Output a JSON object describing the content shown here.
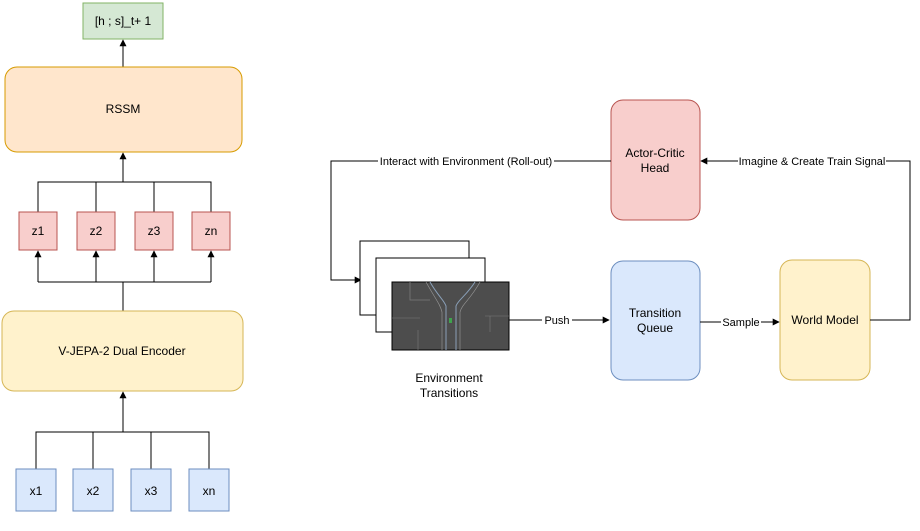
{
  "colors": {
    "input_fill": "#dae8fc",
    "input_stroke": "#6c8ebf",
    "latent_fill": "#f8cecc",
    "latent_stroke": "#b85450",
    "encoder_fill": "#fff2cc",
    "encoder_stroke": "#d6b656",
    "rssm_fill": "#ffe6cc",
    "rssm_stroke": "#d79b00",
    "output_fill": "#d5e8d4",
    "output_stroke": "#82b366",
    "line": "#000000",
    "frame_fill": "#4d4d4d"
  },
  "encoder_branch": {
    "output_label": "[h ; s]_t+ 1",
    "rssm_label": "RSSM",
    "latents": [
      "z1",
      "z2",
      "z3",
      "zn"
    ],
    "encoder_label": "V-JEPA-2 Dual Encoder",
    "inputs": [
      "x1",
      "x2",
      "x3",
      "xn"
    ]
  },
  "loop": {
    "actor_critic": [
      "Actor-Critic",
      "Head"
    ],
    "transition_queue": [
      "Transition",
      "Queue"
    ],
    "world_model": "World Model",
    "env_caption": [
      "Environment",
      "Transitions"
    ],
    "edges": {
      "interact": "Interact with Environment (Roll-out)",
      "imagine": "Imagine & Create Train Signal",
      "push": "Push",
      "sample": "Sample"
    }
  }
}
